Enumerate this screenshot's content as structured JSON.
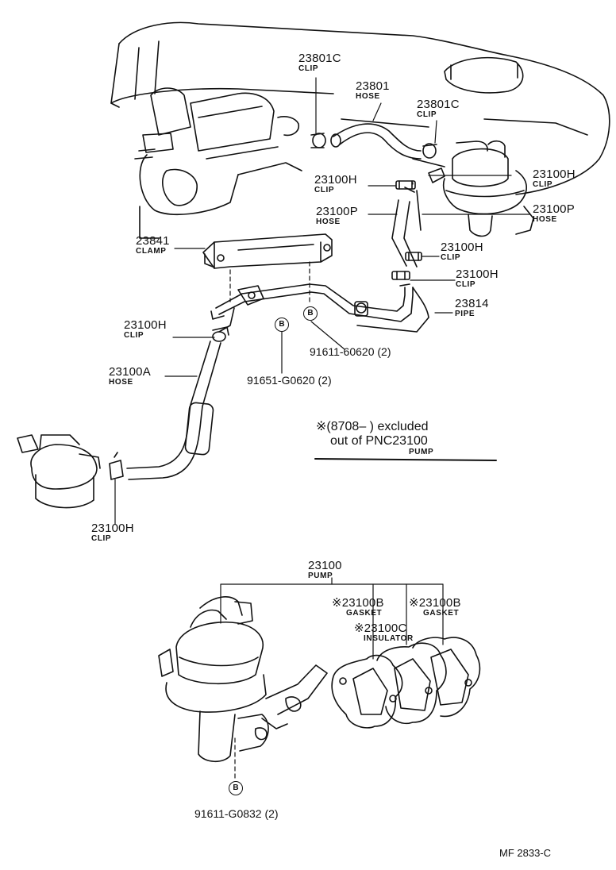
{
  "labels": {
    "clip_23801c_top": {
      "part": "23801C",
      "name": "CLIP"
    },
    "hose_23801": {
      "part": "23801",
      "name": "HOSE"
    },
    "clip_23801c_right": {
      "part": "23801C",
      "name": "CLIP"
    },
    "clip_23100h_upper_left": {
      "part": "23100H",
      "name": "CLIP"
    },
    "clip_23100h_upper_right": {
      "part": "23100H",
      "name": "CLIP"
    },
    "hose_23100p_left": {
      "part": "23100P",
      "name": "HOSE"
    },
    "hose_23100p_right": {
      "part": "23100P",
      "name": "HOSE"
    },
    "clamp_23841": {
      "part": "23841",
      "name": "CLAMP"
    },
    "clip_23100h_mid1": {
      "part": "23100H",
      "name": "CLIP"
    },
    "clip_23100h_mid2": {
      "part": "23100H",
      "name": "CLIP"
    },
    "pipe_23814": {
      "part": "23814",
      "name": "PIPE"
    },
    "clip_23100h_left": {
      "part": "23100H",
      "name": "CLIP"
    },
    "hose_23100a": {
      "part": "23100A",
      "name": "HOSE"
    },
    "clip_23100h_bottom": {
      "part": "23100H",
      "name": "CLIP"
    },
    "pump_23100": {
      "part": "23100",
      "name": "PUMP"
    },
    "gasket_23100b_1": {
      "part": "※23100B",
      "name": "GASKET"
    },
    "gasket_23100b_2": {
      "part": "※23100B",
      "name": "GASKET"
    },
    "insulator_23100c": {
      "part": "※23100C",
      "name": "INSULATOR"
    }
  },
  "bolts": {
    "b1": {
      "marker": "B",
      "ref": "91611-60620 (2)"
    },
    "b2": {
      "marker": "B",
      "ref": "91651-G0620 (2)"
    },
    "b3": {
      "marker": "B",
      "ref": "91611-G0832 (2)"
    }
  },
  "note": {
    "line1": "※(8708–        ) excluded",
    "line2": "out of PNC23100",
    "line2_sub": "PUMP"
  },
  "footer": "MF  2833-C"
}
